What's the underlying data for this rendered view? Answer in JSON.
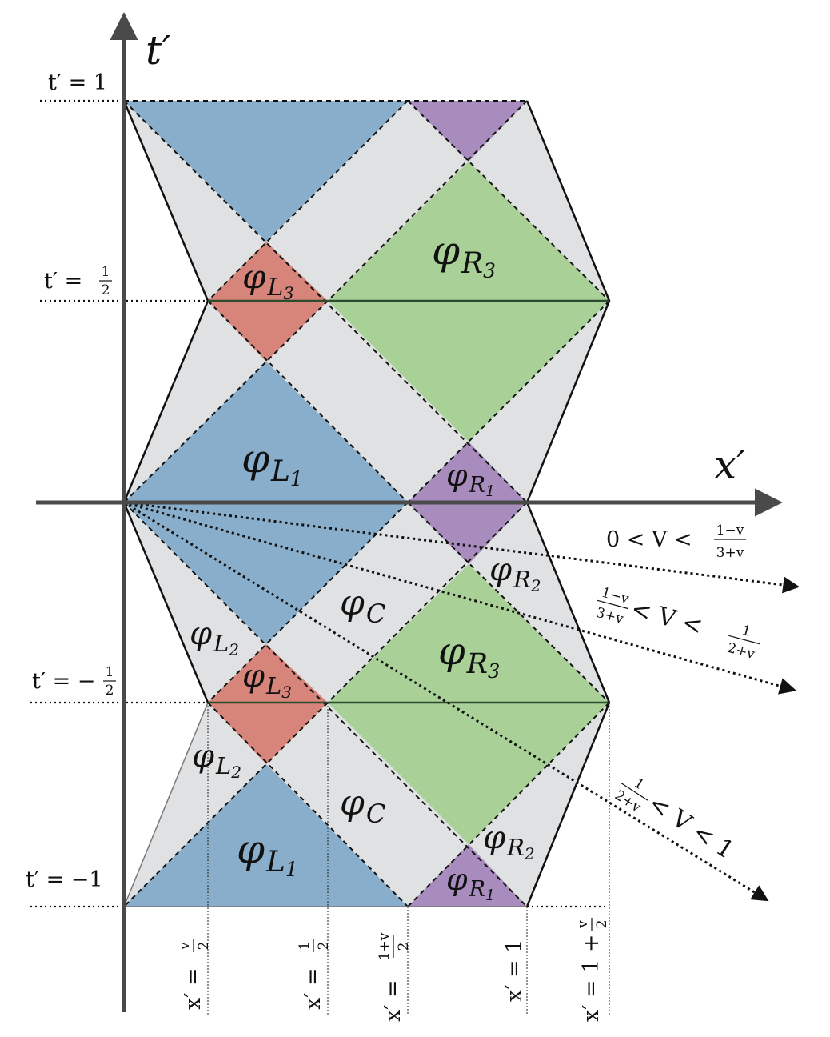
{
  "axes": {
    "horizontal": "x′",
    "vertical": "t′"
  },
  "time_ticks": [
    {
      "id": "t1",
      "label": "t′ = 1"
    },
    {
      "id": "thalf",
      "label": "t′ = ",
      "num": "1",
      "den": "2"
    },
    {
      "id": "tmhalf",
      "label": "t′ = −",
      "num": "1",
      "den": "2"
    },
    {
      "id": "tm1",
      "label": "t′ = −1"
    }
  ],
  "space_ticks": [
    {
      "id": "xv2",
      "prefix": "x′ = ",
      "num": "v",
      "den": "2"
    },
    {
      "id": "xhalf",
      "prefix": "x′ = ",
      "num": "1",
      "den": "2"
    },
    {
      "id": "x1v2",
      "prefix": "x′ = ",
      "num": "1+v",
      "den": "2"
    },
    {
      "id": "x1",
      "prefix": "x′ = 1",
      "num": "",
      "den": ""
    },
    {
      "id": "x1pv2",
      "prefix": "x′ = 1 + ",
      "num": "v",
      "den": "2"
    }
  ],
  "regions": [
    {
      "id": "L1-top",
      "base": "φ",
      "sub": "L",
      "idx": "1"
    },
    {
      "id": "L3-top",
      "base": "φ",
      "sub": "L",
      "idx": "3"
    },
    {
      "id": "R3-top",
      "base": "φ",
      "sub": "R",
      "idx": "3"
    },
    {
      "id": "R1-top",
      "base": "φ",
      "sub": "R",
      "idx": "1"
    },
    {
      "id": "R2-mid",
      "base": "φ",
      "sub": "R",
      "idx": "2"
    },
    {
      "id": "C-mid",
      "base": "φ",
      "sub": "C",
      "idx": ""
    },
    {
      "id": "L2-mid",
      "base": "φ",
      "sub": "L",
      "idx": "2"
    },
    {
      "id": "R3-low",
      "base": "φ",
      "sub": "R",
      "idx": "3"
    },
    {
      "id": "L3-low",
      "base": "φ",
      "sub": "L",
      "idx": "3"
    },
    {
      "id": "L2-low",
      "base": "φ",
      "sub": "L",
      "idx": "2"
    },
    {
      "id": "C-low",
      "base": "φ",
      "sub": "C",
      "idx": ""
    },
    {
      "id": "R2-low",
      "base": "φ",
      "sub": "R",
      "idx": "2"
    },
    {
      "id": "L1-low",
      "base": "φ",
      "sub": "L",
      "idx": "1"
    },
    {
      "id": "R1-low",
      "base": "φ",
      "sub": "R",
      "idx": "1"
    }
  ],
  "velocity_ranges": [
    {
      "id": "v1",
      "left": "0 < V < ",
      "lnum": "",
      "lden": "",
      "rnum": "1−v",
      "rden": "3+v"
    },
    {
      "id": "v2",
      "left": " < V < ",
      "lnum": "1−v",
      "lden": "3+v",
      "rnum": "1",
      "rden": "2+v"
    },
    {
      "id": "v3",
      "left": " < V < 1",
      "lnum": "1",
      "lden": "2+v",
      "rnum": "",
      "rden": ""
    }
  ],
  "colors": {
    "grey": "#e0e1e3",
    "blue": "#88aecb",
    "red": "#d7857b",
    "green": "#a9d197",
    "purple": "#a88cbd",
    "axis": "#4a4a4a"
  }
}
